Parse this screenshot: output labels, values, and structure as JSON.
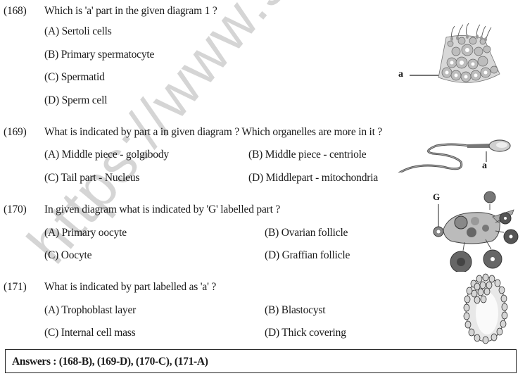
{
  "watermark": "https://www.stu",
  "questions": [
    {
      "number": "(168)",
      "text": "Which is 'a' part in the given diagram 1 ?",
      "options": {
        "A": "(A) Sertoli cells",
        "B": "(B)  Primary spermatocyte",
        "C": "(C) Spermatid",
        "D": "(D) Sperm cell"
      },
      "figure": {
        "name": "seminiferous-tubule-section",
        "label": "a"
      }
    },
    {
      "number": "(169)",
      "text": "What is indicated by part a in given diagram ? Which organelles are more in it ?",
      "options": {
        "A": "(A) Middle piece - golgibody",
        "B": "(B) Middle piece - centriole",
        "C": "(C) Tail part - Nucleus",
        "D": "(D) Middlepart - mitochondria"
      },
      "figure": {
        "name": "sperm-cell",
        "label": "a"
      }
    },
    {
      "number": "(170)",
      "text": "In given diagram what is indicated by 'G' labelled part ?",
      "options": {
        "A": "(A) Primary oocyte",
        "B": "(B) Ovarian follicle",
        "C": "(C) Oocyte",
        "D": "(D) Graffian follicle"
      },
      "figure": {
        "name": "ovary-section",
        "label": "G"
      }
    },
    {
      "number": "(171)",
      "text": "What is indicated by part labelled as 'a' ?",
      "options": {
        "A": "(A) Trophoblast layer",
        "B": "(B) Blastocyst",
        "C": "(C) Internal cell mass",
        "D": "(D) Thick covering"
      },
      "figure": {
        "name": "blastocyst"
      }
    }
  ],
  "answers": "Answers : (168-B), (169-D), (170-C), (171-A)"
}
